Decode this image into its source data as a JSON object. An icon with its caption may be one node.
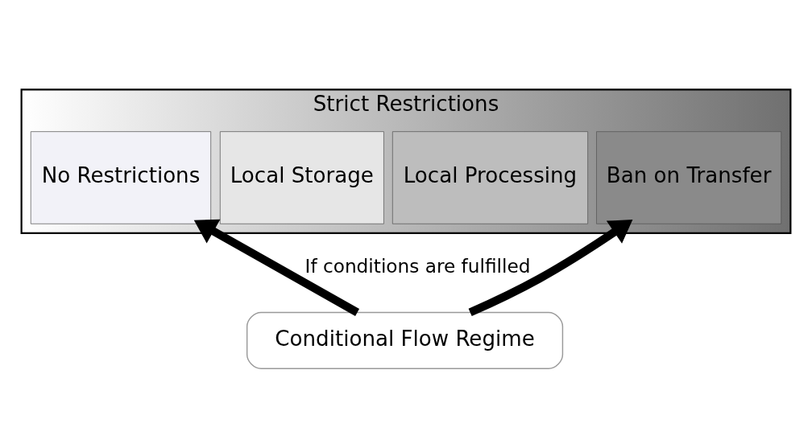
{
  "diagram": {
    "nodes": [
      {
        "text": [
          "Strict Restrictions"
        ]
      },
      {
        "text": [
          "No Restrictions"
        ],
        "in": 0
      },
      {
        "text": [
          "Local Storage"
        ],
        "in": 0
      },
      {
        "text": [
          "Local Processing"
        ],
        "in": 0
      },
      {
        "text": [
          "Ban on Transfer"
        ],
        "in": 0
      },
      {
        "text": [
          "Conditional Flow Regime"
        ]
      }
    ],
    "edges": [
      {
        "from": 5,
        "to": 1,
        "arrow": "to",
        "label": "If conditions are fulfilled"
      },
      {
        "from": 5,
        "to": 4,
        "arrow": "to"
      }
    ]
  }
}
